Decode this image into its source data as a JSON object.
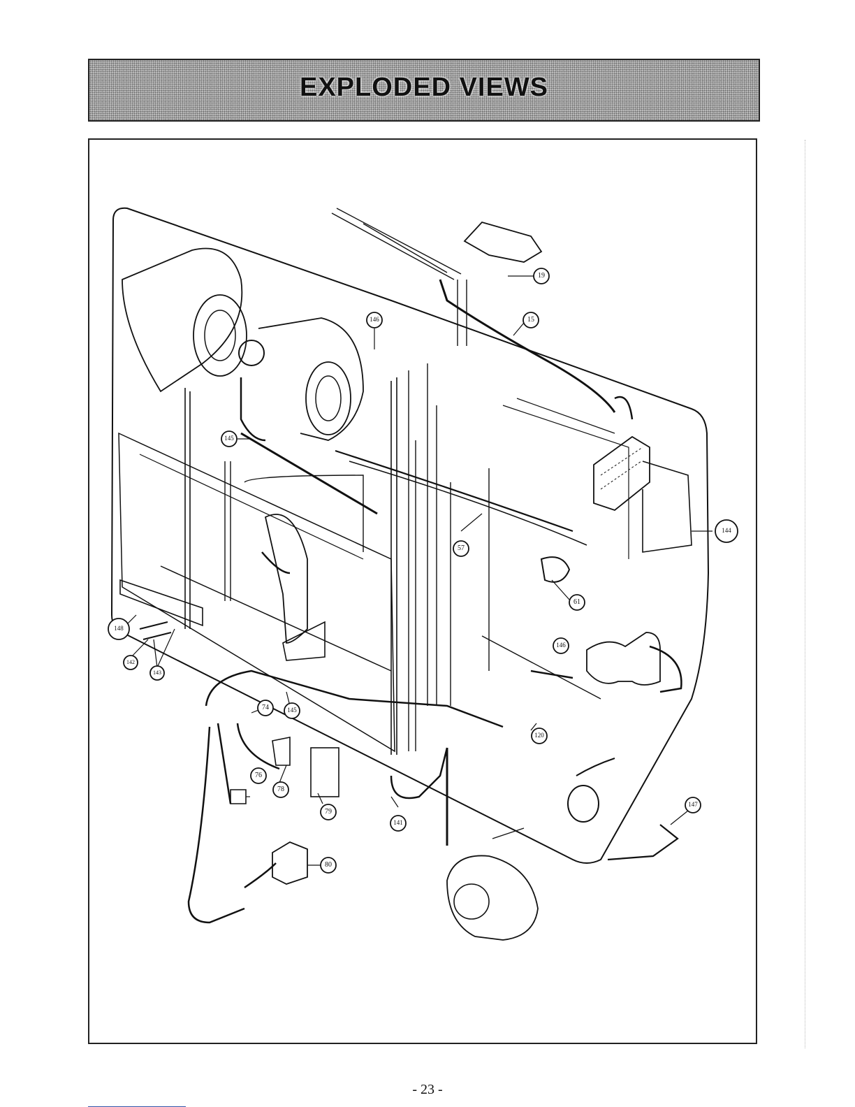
{
  "header": {
    "title": "EXPLODED VIEWS"
  },
  "diagram": {
    "callouts": [
      {
        "id": "c19",
        "label": "19"
      },
      {
        "id": "c15",
        "label": "15"
      },
      {
        "id": "c146a",
        "label": "146"
      },
      {
        "id": "c145a",
        "label": "145"
      },
      {
        "id": "c144",
        "label": "144"
      },
      {
        "id": "c57",
        "label": "57"
      },
      {
        "id": "c61",
        "label": "61"
      },
      {
        "id": "c148",
        "label": "148"
      },
      {
        "id": "c142",
        "label": "142"
      },
      {
        "id": "c143",
        "label": "143"
      },
      {
        "id": "c146b",
        "label": "146"
      },
      {
        "id": "c74",
        "label": "74"
      },
      {
        "id": "c145b",
        "label": "145"
      },
      {
        "id": "c120",
        "label": "120"
      },
      {
        "id": "c76",
        "label": "76"
      },
      {
        "id": "c78",
        "label": "78"
      },
      {
        "id": "c79",
        "label": "79"
      },
      {
        "id": "c141",
        "label": "141"
      },
      {
        "id": "c80",
        "label": "80"
      },
      {
        "id": "c147",
        "label": "147"
      }
    ]
  },
  "footer": {
    "page_number": "- 23 -"
  }
}
